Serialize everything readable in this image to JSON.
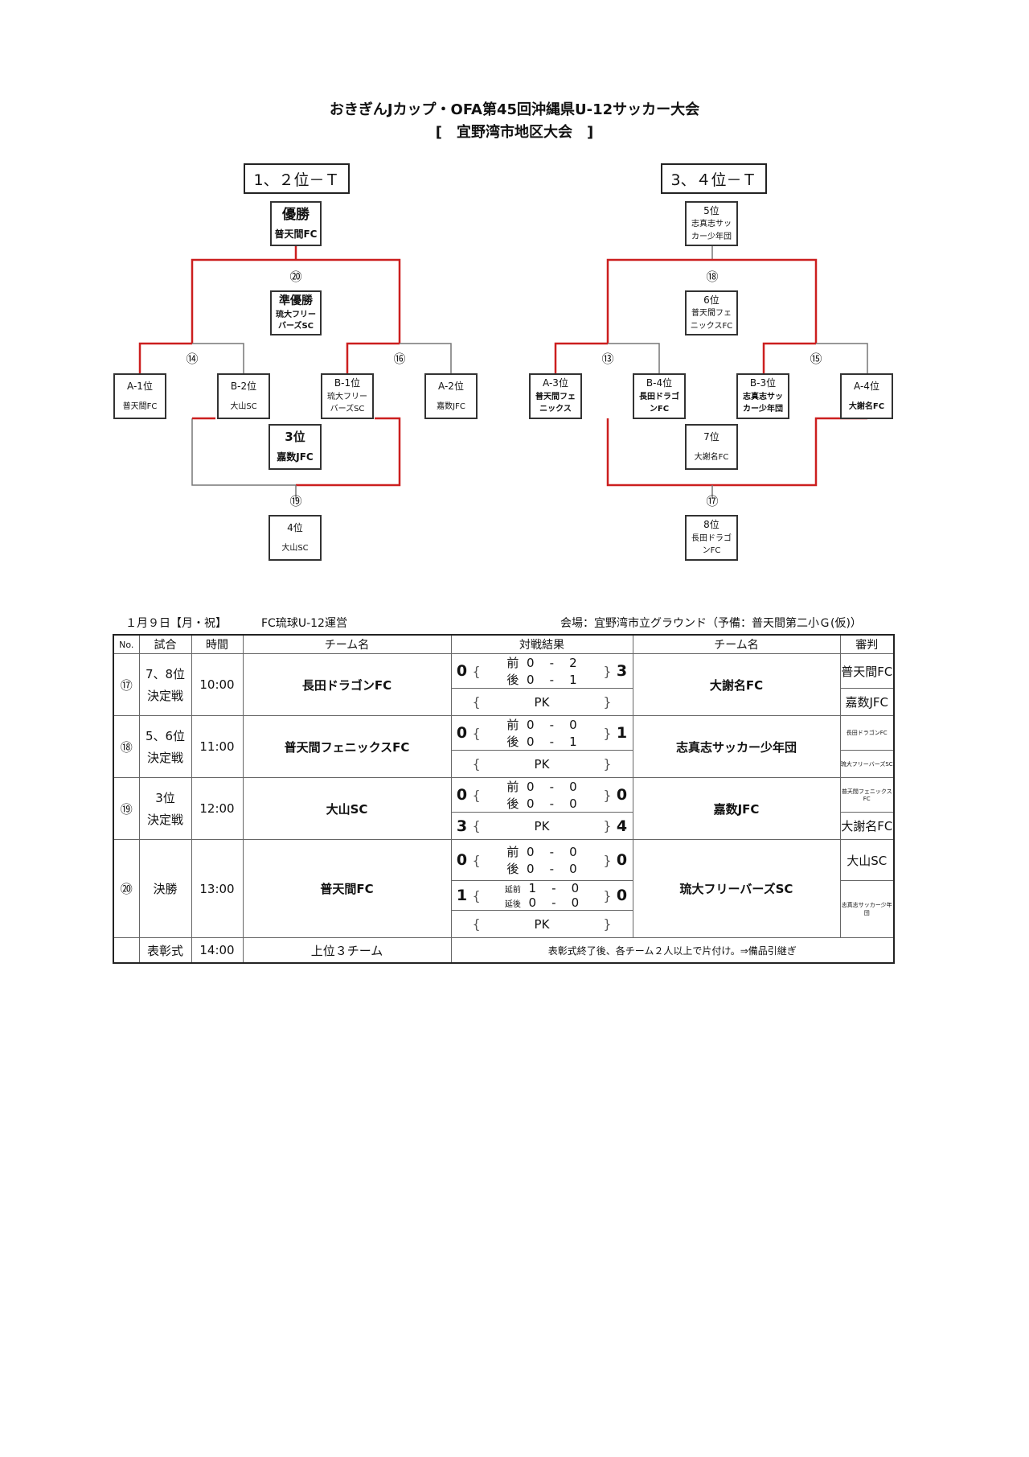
{
  "header": {
    "title": "おきぎんJカップ・OFA第45回沖縄県U-12サッカー大会",
    "subtitle": "[　宜野湾市地区大会　]"
  },
  "left_bracket": {
    "label": "1、２位－Ｔ",
    "champion": {
      "title": "優勝",
      "team": "普天間FC"
    },
    "runner_up": {
      "title": "準優勝",
      "team_line1": "琉大フリー",
      "team_line2": "バーズSC"
    },
    "third": {
      "title": "3位",
      "team": "嘉数JFC"
    },
    "fourth": {
      "title": "4位",
      "team": "大山SC"
    },
    "match_nums": {
      "final": "⑳",
      "semi_left": "⑭",
      "semi_right": "⑯",
      "third": "⑲"
    },
    "entries": [
      {
        "seed": "A-1位",
        "team": "普天間FC"
      },
      {
        "seed": "B-2位",
        "team": "大山SC"
      },
      {
        "seed": "B-1位",
        "team_line1": "琉大フリー",
        "team_line2": "バーズSC"
      },
      {
        "seed": "A-2位",
        "team": "嘉数JFC"
      }
    ]
  },
  "right_bracket": {
    "label": "3、４位－Ｔ",
    "fifth": {
      "title": "5位",
      "team_line1": "志真志サッ",
      "team_line2": "カー少年団"
    },
    "sixth": {
      "title": "6位",
      "team_line1": "普天間フェ",
      "team_line2": "ニックスFC"
    },
    "seventh": {
      "title": "7位",
      "team": "大謝名FC"
    },
    "eighth": {
      "title": "8位",
      "team_line1": "長田ドラゴ",
      "team_line2": "ンFC"
    },
    "match_nums": {
      "final": "⑱",
      "semi_left": "⑬",
      "semi_right": "⑮",
      "third": "⑰"
    },
    "entries": [
      {
        "seed": "A-3位",
        "team_line1": "普天間フェ",
        "team_line2": "ニックス"
      },
      {
        "seed": "B-4位",
        "team_line1": "長田ドラゴ",
        "team_line2": "ンFC"
      },
      {
        "seed": "B-3位",
        "team_line1": "志真志サッ",
        "team_line2": "カー少年団"
      },
      {
        "seed": "A-4位",
        "team": "大謝名FC"
      }
    ]
  },
  "info": {
    "date": "１月９日【月・祝】",
    "organizer": "FC琉球U-12運営",
    "venue": "会場：宜野湾市立グラウンド（予備：普天間第二小Ｇ(仮)）"
  },
  "schedule": {
    "headers": [
      "No.",
      "試合",
      "時間",
      "チーム名",
      "対戦結果",
      "チーム名",
      "審判"
    ],
    "labels": {
      "first_half": "前",
      "second_half": "後",
      "et_first": "延前",
      "et_second": "延後",
      "dash": "-",
      "pk": "PK",
      "bracket_l": "{",
      "bracket_r": "}"
    },
    "rows": [
      {
        "no": "⑰",
        "match_line1": "7、8位",
        "match_line2": "決定戦",
        "time": "10:00",
        "team_a": "長田ドラゴンFC",
        "team_b": "大謝名FC",
        "score_a": "0",
        "score_b": "3",
        "h1_a": "0",
        "h1_b": "2",
        "h2_a": "0",
        "h2_b": "1",
        "pk_a": "",
        "pk_b": "",
        "ref1": "普天間FC",
        "ref2": "嘉数JFC"
      },
      {
        "no": "⑱",
        "match_line1": "5、6位",
        "match_line2": "決定戦",
        "time": "11:00",
        "team_a": "普天間フェニックスFC",
        "team_b": "志真志サッカー少年団",
        "score_a": "0",
        "score_b": "1",
        "h1_a": "0",
        "h1_b": "0",
        "h2_a": "0",
        "h2_b": "1",
        "pk_a": "",
        "pk_b": "",
        "ref1": "長田ドラゴンFC",
        "ref2": "琉大フリーバーズSC"
      },
      {
        "no": "⑲",
        "match_line1": "3位",
        "match_line2": "決定戦",
        "time": "12:00",
        "team_a": "大山SC",
        "team_b": "嘉数JFC",
        "score_a": "0",
        "score_b": "0",
        "h1_a": "0",
        "h1_b": "0",
        "h2_a": "0",
        "h2_b": "0",
        "pk_a": "3",
        "pk_b": "4",
        "ref1": "普天間フェニックスFC",
        "ref2": "大謝名FC"
      }
    ],
    "final": {
      "no": "⑳",
      "match": "決勝",
      "time": "13:00",
      "team_a": "普天間FC",
      "team_b": "琉大フリーバーズSC",
      "score_a": "0",
      "score_b": "0",
      "et_a": "1",
      "et_b": "0",
      "h1_a": "0",
      "h1_b": "0",
      "h2_a": "0",
      "h2_b": "0",
      "et1_a": "1",
      "et1_b": "0",
      "et2_a": "0",
      "et2_b": "0",
      "ref1": "大山SC",
      "ref2": "志真志サッカー少年団"
    },
    "ceremony": {
      "match": "表彰式",
      "time": "14:00",
      "teams": "上位３チーム",
      "note": "表彰式終了後、各チーム２人以上で片付け。⇒備品引継ぎ"
    }
  },
  "colors": {
    "winner_line": "#cc1f1f",
    "line": "#555555"
  }
}
